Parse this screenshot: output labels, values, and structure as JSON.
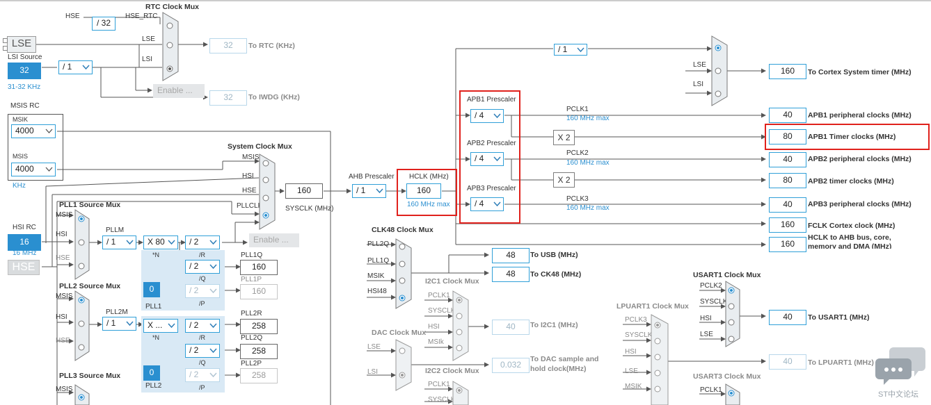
{
  "rtc": {
    "title": "RTC Clock Mux",
    "hse": "HSE",
    "div": "/ 32",
    "hse_rtc": "HSE_RTC",
    "lse": "LSE",
    "lsi": "LSI",
    "value": "32",
    "to": "To RTC (KHz)"
  },
  "lse_btn": "LSE",
  "lsi_source": {
    "label": "LSI Source",
    "value": "32",
    "range": "31-32 KHz",
    "div": "/ 1"
  },
  "iwdg": {
    "enable": "Enable ...",
    "value": "32",
    "to": "To IWDG (KHz)"
  },
  "msis_rc": {
    "title": "MSIS RC",
    "msik_label": "MSIK",
    "msik_value": "4000",
    "msis_label": "MSIS",
    "msis_value": "4000",
    "unit": "KHz"
  },
  "hsi_rc": {
    "label": "HSI RC",
    "value": "16",
    "freq": "16 MHz"
  },
  "hse_btn": "HSE",
  "sysclk_mux": {
    "title": "System Clock Mux",
    "msis": "MSIS",
    "hsi": "HSI",
    "hse": "HSE",
    "pllclk": "PLLCLK",
    "value": "160",
    "label": "SYSCLK (MHz)",
    "enable": "Enable ..."
  },
  "pll1_src": {
    "title": "PLL1 Source Mux",
    "msis": "MSIS",
    "hsi": "HSI",
    "hse": "HSE"
  },
  "pll1": {
    "m_label": "PLLM",
    "m": "/ 1",
    "n": "X 80",
    "n_label": "*N",
    "r": "/ 2",
    "r_label": "/R",
    "q": "/ 2",
    "q_label": "/Q",
    "p": "/ 2",
    "p_label": "/P",
    "q_out_label": "PLL1Q",
    "q_out": "160",
    "p_out_label": "PLL1P",
    "p_out": "160",
    "badge": "0",
    "name": "PLL1"
  },
  "pll2_src": {
    "title": "PLL2 Source Mux",
    "msis": "MSIS",
    "hsi": "HSI",
    "hse": "HSE"
  },
  "pll2": {
    "m_label": "PLL2M",
    "m": "/ 1",
    "n": "X ...",
    "n_label": "*N",
    "r": "/ 2",
    "r_label": "/R",
    "q": "/ 2",
    "q_label": "/Q",
    "p": "/ 2",
    "p_label": "/P",
    "r_out_label": "PLL2R",
    "r_out": "258",
    "q_out_label": "PLL2Q",
    "q_out": "258",
    "p_out_label": "PLL2P",
    "p_out": "258",
    "badge": "0",
    "name": "PLL2"
  },
  "pll3_src": {
    "title": "PLL3 Source Mux",
    "msis": "MSIS"
  },
  "ahb": {
    "label": "AHB Prescaler",
    "value": "/ 1"
  },
  "hclk": {
    "label": "HCLK (MHz)",
    "value": "160",
    "max": "160 MHz max"
  },
  "cortex": {
    "div": "/ 1",
    "lse": "LSE",
    "lsi": "LSI",
    "value": "160",
    "to": "To Cortex System timer (MHz)"
  },
  "apb1": {
    "label": "APB1 Prescaler",
    "value": "/ 4",
    "pclk": "PCLK1",
    "max": "160 MHz max",
    "x2": "X 2",
    "periph": "40",
    "periph_label": "APB1 peripheral clocks (MHz)",
    "timer": "80",
    "timer_label": "APB1 Timer clocks (MHz)"
  },
  "apb2": {
    "label": "APB2 Prescaler",
    "value": "/ 4",
    "pclk": "PCLK2",
    "max": "160 MHz max",
    "x2": "X 2",
    "periph": "40",
    "periph_label": "APB2 peripheral clocks (MHz)",
    "timer": "80",
    "timer_label": "APB2 timer clocks (MHz)"
  },
  "apb3": {
    "label": "APB3 Prescaler",
    "value": "/ 4",
    "pclk": "PCLK3",
    "max": "160 MHz max",
    "periph": "40",
    "periph_label": "APB3 peripheral clocks (MHz)"
  },
  "fclk": {
    "value": "160",
    "label": "FCLK Cortex clock (MHz)"
  },
  "hclk_out": {
    "value": "160",
    "label": "HCLK to AHB bus, core, memory and DMA (MHz)"
  },
  "clk48": {
    "title": "CLK48 Clock Mux",
    "pll2q": "PLL2Q",
    "pll1q": "PLL1Q",
    "msik": "MSIK",
    "hsi48": "HSI48",
    "usb": "48",
    "usb_label": "To USB (MHz)",
    "ck48": "48",
    "ck48_label": "To CK48 (MHz)"
  },
  "i2c1": {
    "title": "I2C1 Clock Mux",
    "pclk1": "PCLK1",
    "sysclk": "SYSCLK",
    "hsi": "HSI",
    "msik": "MSIk",
    "value": "40",
    "to": "To I2C1 (MHz)"
  },
  "dac": {
    "title": "DAC Clock Mux",
    "lse": "LSE",
    "lsi": "LSI",
    "value": "0.032",
    "to": "To DAC sample and hold clock(MHz)"
  },
  "i2c2": {
    "title": "I2C2 Clock Mux",
    "pclk1": "PCLK1",
    "sysclk": "SYSCLK"
  },
  "lpuart1": {
    "title": "LPUART1 Clock Mux",
    "pclk3": "PCLK3",
    "sysclk": "SYSCLK",
    "hsi": "HSI",
    "lse": "LSE",
    "msik": "MSIK",
    "value": "40",
    "to": "To LPUART1 (MHz)"
  },
  "usart1": {
    "title": "USART1 Clock Mux",
    "pclk2": "PCLK2",
    "sysclk": "SYSCLK",
    "hsi": "HSI",
    "lse": "LSE",
    "value": "40",
    "to": "To USART1 (MHz)"
  },
  "usart3": {
    "title": "USART3 Clock Mux",
    "pclk1": "PCLK1"
  },
  "watermark": "ST中文论坛",
  "colors": {
    "accent": "#2f9fd8",
    "highlight": "#e0211c",
    "tile": "#d9e9f5"
  }
}
